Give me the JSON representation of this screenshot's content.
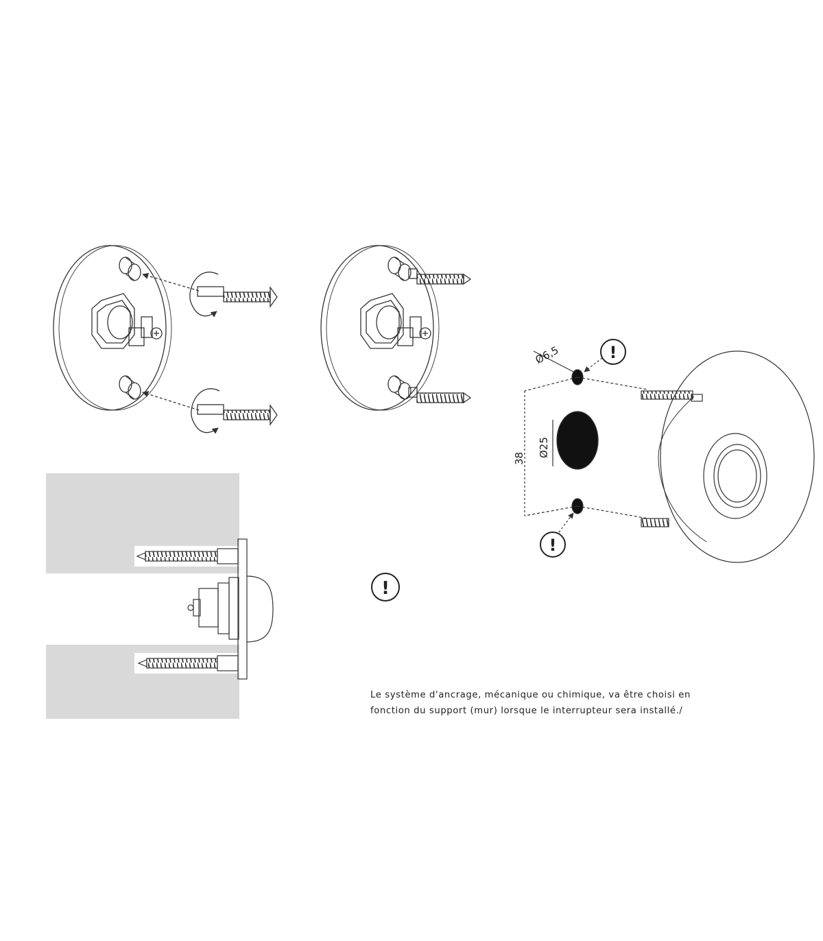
{
  "labels": {
    "hole_diameter": "Ø6,5",
    "center_hole_diameter": "Ø25",
    "spacing": "38",
    "warning_symbol": "!"
  },
  "note": {
    "line1": "Le système d'ancrage, mécanique ou chimique, va être choisi en",
    "line2": "fonction du support (mur) lorsque le interrupteur sera installé./"
  },
  "colors": {
    "line": "#333333",
    "wall": "#d9d9d9",
    "fill_dark": "#111111"
  },
  "icons": [
    "warning-icon",
    "rotation-arrow-icon",
    "screw-icon",
    "hex-nut-icon"
  ]
}
